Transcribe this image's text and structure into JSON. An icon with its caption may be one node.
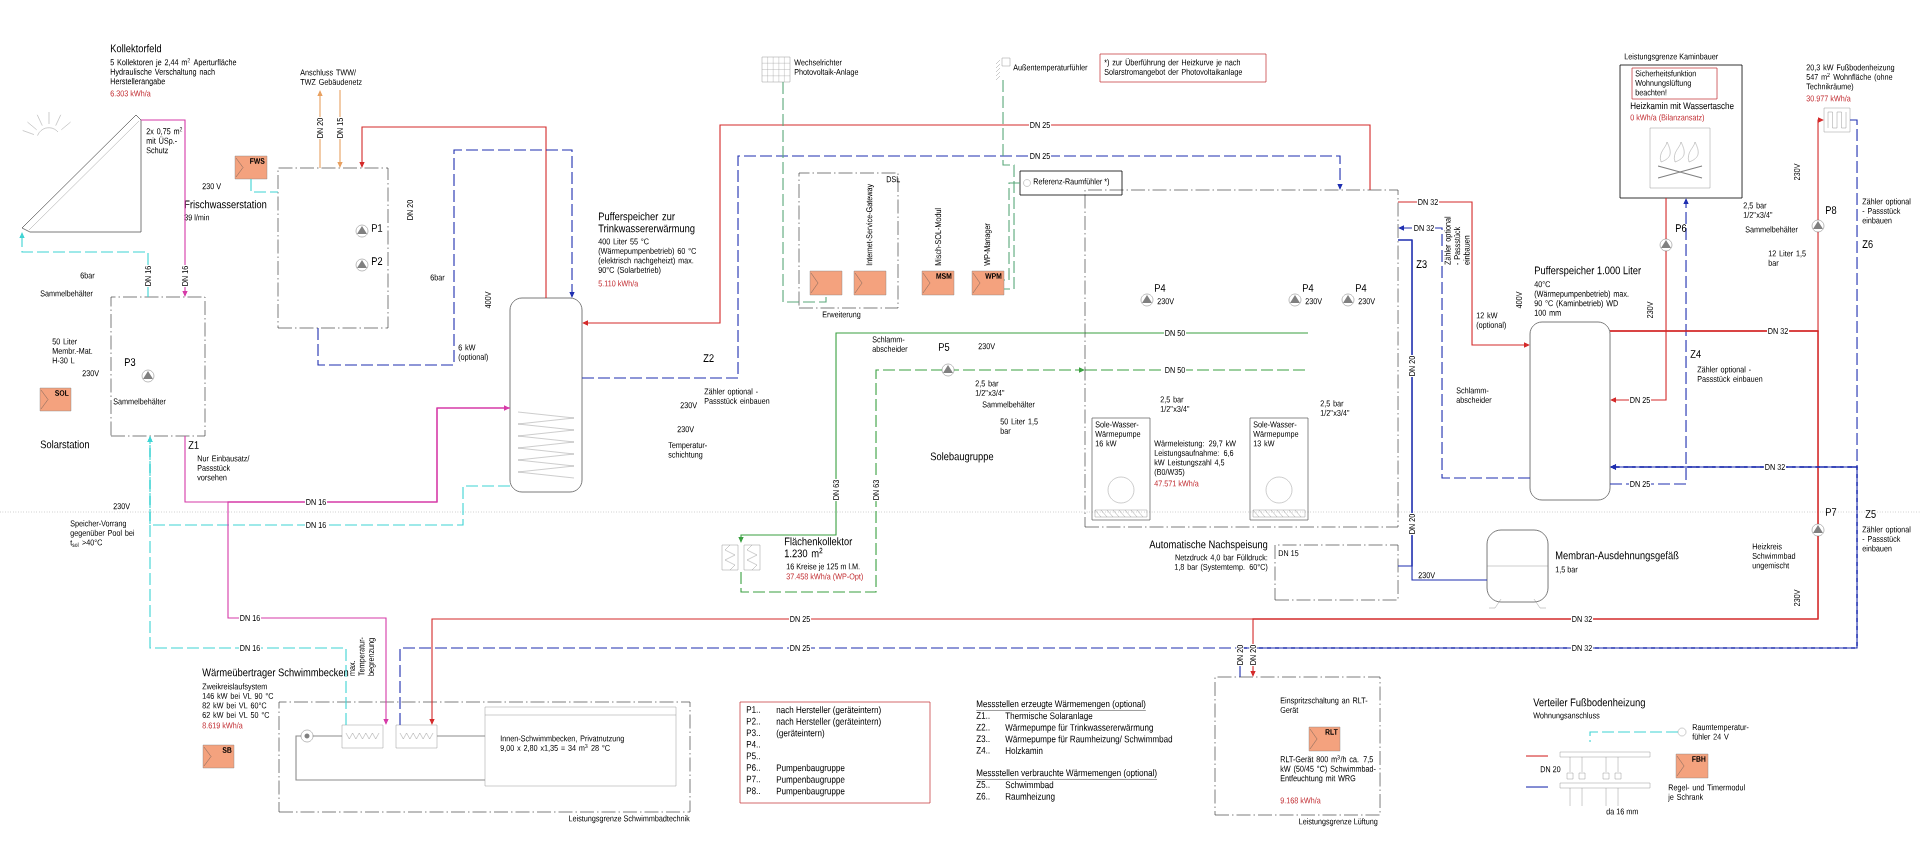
{
  "diagram": {
    "nodes": [
      {
        "text": [
          "Kollektorfeld",
          "5 Kollektoren je 2,44 m$^{2}$ Aperturfläche Hydraulische Verschaltung nach Herstellerangabe",
          "6.303 kWh/a"
        ],
        "beside": [
          "2x 0,75 m$^{2}$ mit ÜSp.-Schutz"
        ]
      },
      {
        "text": [
          "Solarstation"
        ]
      },
      {
        "text": [
          "SOL"
        ]
      },
      {
        "text": [
          "Frischwasserstation",
          "39 l/min"
        ]
      },
      {
        "text": [
          "FWS"
        ]
      },
      {
        "text": [
          "Pufferspeicher zur Trinkwassererwärmung",
          "400 Liter 55 °C (Wärmepumpenbetrieb) 60 °C (elektrisch nachgeheizt) max. 90°C (Solarbetrieb)",
          "5.110 kWh/a"
        ]
      },
      {
        "text": [
          "Wechselrichter Photovoltaik-Anlage"
        ]
      },
      {
        "text": [
          "Außentemperaturfühler"
        ]
      },
      {
        "text": [
          "*) zur Überführung der Heizkurve je nach Solarstromangebot der Photovoltaikanlage"
        ]
      },
      {
        "text": [
          "Erweiterung"
        ]
      },
      {
        "text": [],
        "shape": "box",
        "in": 9
      },
      {
        "text": [
          "Internet-Service-Gateway"
        ],
        "in": 9
      },
      {
        "text": [
          "Misch-SOL-Modul",
          "MSM"
        ]
      },
      {
        "text": [
          "WP-Manager",
          "WPM"
        ]
      },
      {
        "text": [
          "Referenz-Raumfühler *)"
        ]
      },
      {
        "text": [
          "Wärmeleistung: 29,7 kW Leistungsaufnahme: 6,6 kW Leistungszahl 4,5 (B0/W35)",
          "47.571 kWh/a"
        ]
      },
      {
        "text": [
          "Sole-Wasser-Wärmepumpe 16 kW"
        ],
        "in": 15
      },
      {
        "text": [
          "Sole-Wasser-Wärmepumpe 13 kW"
        ],
        "in": 15
      },
      {
        "text": [
          "Flächenkollektor 1.230 m$^{2}$",
          "16 Kreise je 125 m l.M.",
          "37.458 kWh/a (WP-Opt)"
        ]
      },
      {
        "text": [
          "Pufferspeicher 1.000 Liter",
          "40°C (Wärmepumpenbetrieb) max. 90 °C (Kaminbetrieb) WD 100 mm"
        ]
      },
      {
        "text": [
          "Leistungsgrenze Kaminbauer",
          "Heizkamin mit Wassertasche",
          "0 kWh/a (Bilanzansatz)"
        ]
      },
      {
        "text": [
          "Sicherheitsfunktion Wohnungslüftung beachten!"
        ],
        "in": 20
      },
      {
        "text": [],
        "shape": "picture",
        "in": 20
      },
      {
        "text": [
          "20,3 kW Fußbodenheizung 547 m$^{2}$ Wohnfläche (ohne Technikräume)",
          "30.977 kWh/a"
        ]
      },
      {
        "text": [
          "Membran-Ausdehnungsgefäß",
          "1,5 bar"
        ]
      },
      {
        "text": [
          "Automatische Nachspeisung",
          "Netzdruck 4,0 bar Fülldruck: 1,8 bar (Systemtemp. 60°C)"
        ]
      },
      {
        "text": [
          "Leistungsgrenze Schwimmbadtechnik"
        ]
      },
      {
        "text": [
          "Wärmeübertrager Schwimmbecken",
          "Zweikreislaufsystem 146 kW bei VL 90 °C 82 kW bei VL 60°C 62 kW bei VL 50 °C",
          "8.619 kWh/a"
        ]
      },
      {
        "text": [
          "Innen-Schwimmbecken, Privatnutzung 9,00 x 2,80 x1,35 = 34 m$^{3}$ 28 °C"
        ],
        "in": 26
      },
      {
        "text": [
          "SB"
        ]
      },
      {
        "text": [
          "Einspritzschaltung an RLT-Gerät",
          "RLT-Gerät 800 m$^{3}$/h ca. 7,5 kW (50/45 °C) Schwimmbad-Entfeuchtung mit WRG",
          "9.168 kWh/a",
          "Leistungsgrenze Lüftung"
        ]
      },
      {
        "text": [
          "RLT"
        ],
        "in": 30
      },
      {
        "text": [
          "Verteiler Fußbodenheizung",
          "Wohnungsanschluss"
        ],
        "beside": [
          "da 16 mm"
        ]
      },
      {
        "text": [
          "FBH"
        ],
        "beside": [
          "Regel- und Timermodul je Schrank"
        ]
      },
      {
        "text": [
          "Raumtemperatur-fühler 24 V"
        ]
      },
      {
        "text": [
          "Anschluss TWW/ TWZ Gebäudenetz"
        ]
      }
    ],
    "edges": [
      {
        "from": 0,
        "to": 1,
        "arrow": "to",
        "label": "DN 16",
        "color": "#d63aa8"
      },
      {
        "from": 1,
        "to": 0,
        "arrow": "to",
        "label": "DN 16",
        "style": "dashed",
        "color": "#3fd4d4"
      },
      {
        "from": 1,
        "to": 5,
        "arrow": "to",
        "label": "DN 16",
        "color": "#d63aa8"
      },
      {
        "from": 5,
        "to": 1,
        "arrow": "to",
        "label": "DN 16",
        "style": "dashed",
        "color": "#3fd4d4"
      },
      {
        "from": 5,
        "to": 27,
        "arrow": "to",
        "label": "DN 16",
        "color": "#d63aa8"
      },
      {
        "from": 27,
        "to": 1,
        "arrow": "to",
        "label": "DN 16",
        "style": "dashed",
        "color": "#3fd4d4"
      },
      {
        "from": 5,
        "to": 3,
        "arrow": "to",
        "color": "#d42a2a"
      },
      {
        "from": 3,
        "to": 5,
        "arrow": "to",
        "style": "dashed",
        "color": "#1f2fb0"
      },
      {
        "from": 15,
        "to": 5,
        "arrow": "to",
        "label": "DN 25",
        "color": "#d42a2a"
      },
      {
        "from": 5,
        "to": 15,
        "arrow": "to",
        "label": "DN 25",
        "style": "dashed",
        "color": "#1f2fb0"
      },
      {
        "from": 15,
        "to": 19,
        "arrow": "to",
        "label": "DN 32",
        "color": "#d42a2a"
      },
      {
        "from": 19,
        "to": 15,
        "arrow": "to",
        "label": "DN 32",
        "style": "dashed",
        "color": "#1f2fb0"
      },
      {
        "from": 19,
        "to": 23,
        "arrow": "to",
        "label": "DN 32",
        "color": "#d42a2a"
      },
      {
        "from": 23,
        "to": 19,
        "arrow": "to",
        "label": "DN 32",
        "style": "dashed",
        "color": "#1f2fb0"
      },
      {
        "from": 20,
        "to": 19,
        "arrow": "to",
        "label": "DN 25",
        "color": "#d42a2a"
      },
      {
        "from": 19,
        "to": 20,
        "arrow": "to",
        "label": "DN 25",
        "style": "dashed",
        "color": "#1f2fb0"
      },
      {
        "from": 19,
        "to": 27,
        "arrow": "to",
        "label": "DN 25",
        "color": "#d42a2a"
      },
      {
        "from": 19,
        "to": 30,
        "arrow": "to",
        "label": "DN 32",
        "color": "#d42a2a"
      },
      {
        "from": 27,
        "to": 19,
        "arrow": "to",
        "label": "DN 25",
        "style": "dashed",
        "color": "#1f2fb0"
      },
      {
        "from": 30,
        "to": 19,
        "arrow": "to",
        "label": "DN 32",
        "style": "dashed",
        "color": "#1f2fb0"
      },
      {
        "from": 15,
        "to": 18,
        "arrow": "to",
        "label": "DN 63",
        "color": "#3aa040"
      },
      {
        "from": 18,
        "to": 15,
        "arrow": "to",
        "label": "DN 63",
        "style": "dashed",
        "color": "#3aa040"
      },
      {
        "from": 6,
        "to": 10,
        "arrow": "none",
        "style": "dashed",
        "color": "#5aa87a"
      },
      {
        "from": 7,
        "to": 13,
        "arrow": "none",
        "style": "dashed",
        "color": "#5aa87a"
      },
      {
        "from": 14,
        "to": 13,
        "arrow": "none",
        "style": "dashed",
        "color": "#5aa87a"
      },
      {
        "from": 4,
        "to": 3,
        "arrow": "none",
        "style": "dashed",
        "color": "#3fd4d4"
      },
      {
        "from": 24,
        "to": 15,
        "arrow": "none",
        "label": "DN 20",
        "color": "#1f2fb0"
      },
      {
        "from": 25,
        "to": 15,
        "arrow": "none",
        "color": "#1f2fb0"
      },
      {
        "from": 34,
        "to": 32,
        "arrow": "none",
        "style": "dashed",
        "color": "#3fd4d4"
      },
      {
        "from": null,
        "to": 32,
        "arrow": "none",
        "color": "#d42a2a"
      },
      {
        "from": null,
        "to": 32,
        "arrow": "none",
        "color": "#1f2fb0"
      },
      {
        "from": 3,
        "to": 35,
        "arrow": "to",
        "label": "DN 20",
        "color": "#e8a060"
      },
      {
        "from": 35,
        "to": 3,
        "arrow": "to",
        "label": "DN 15",
        "color": "#e8a060"
      },
      {
        "from": 28,
        "to": 27,
        "arrow": "none",
        "color": "#8c8c8c"
      },
      {
        "from": 27,
        "to": 28,
        "arrow": "none",
        "color": "#8c8c8c"
      }
    ],
    "labels": [
      "6bar",
      "Sammelbehälter",
      "50 Liter Membr.-Mat. H-30 L",
      "230V",
      "P3",
      "Sammelbehälter",
      "Z1",
      "Nur Einbausatz/ Passstück vorsehen",
      "230 V",
      "P1",
      "P2",
      "6bar",
      "DN 20",
      "400V",
      "6 kW (optional)",
      "Z2",
      "Zähler optional - Passstück einbauen",
      "230V",
      "230V",
      "Temperatur-schichtung",
      "DSL",
      "Schlamm-abscheider",
      "P5",
      "230V",
      "2,5 bar 1/2\"x3/4\"",
      "Sammelbehälter",
      "50 Liter 1,5 bar",
      "Solebaugruppe",
      "DN 50",
      "DN 50",
      "P4",
      "230V",
      "P4",
      "230V",
      "P4",
      "230V",
      "2,5 bar 1/2\"x3/4\"",
      "2,5 bar 1/2\"x3/4\"",
      "Z3",
      "Zähler optional - Passstück einbauen",
      "400V",
      "12 kW (optional)",
      "Schlamm-abscheider",
      "P6",
      "2,5 bar 1/2\"x3/4\"",
      "Sammelbehälter",
      "12 Liter 1,5 bar",
      "230V",
      "Z4",
      "Zähler optional - Passstück einbauen",
      "230V",
      "P8",
      "Z6",
      "Zähler optional - Passstück einbauen",
      "Heizkreis Schwimmbad ungemischt",
      "P7",
      "Z5",
      "Zähler optional - Passstück einbauen",
      "230V",
      "230V",
      "DN 15",
      "Speicher-Vorrang gegenüber Pool bei t$_{sol}$ >40°C",
      "230V",
      "max. Temperatur-begrenzung",
      "DN 20",
      "DN 20",
      "DN 20",
      "DN 20",
      "P1..",
      "nach Hersteller (geräteintern)",
      "P2..",
      "nach Hersteller (geräteintern)",
      "P3..",
      "(geräteintern)",
      "P4..",
      "P5..",
      "P6..",
      "Pumpenbaugruppe",
      "P7..",
      "Pumpenbaugruppe",
      "P8..",
      "Pumpenbaugruppe",
      "Messstellen erzeugte Wärmemengen (optional)",
      "Z1..",
      "Thermische Solaranlage",
      "Z2..",
      "Wärmepumpe für Trinkwassererwärmung",
      "Z3..",
      "Wärmepumpe für Raumheizung/ Schwimmbad",
      "Z4..",
      "Holzkamin",
      "Messstellen verbrauchte Wärmemengen (optional)",
      "Z5..",
      "Schwimmbad",
      "Z6..",
      "Raumheizung"
    ]
  }
}
